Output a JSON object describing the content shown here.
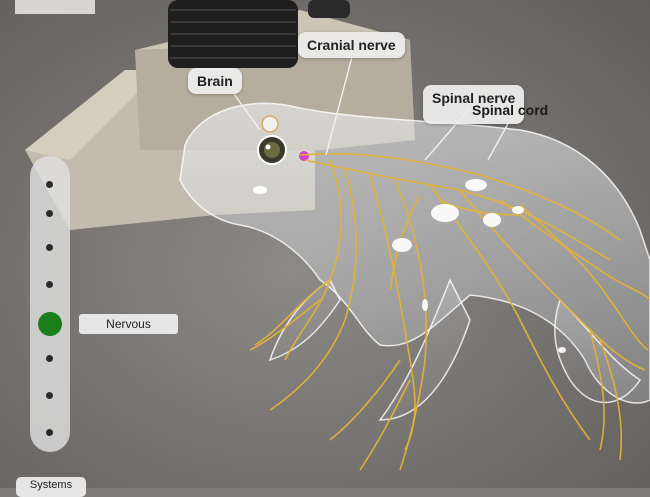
{
  "labels": {
    "cranial_nerve": "Cranial nerve",
    "brain": "Brain",
    "spinal_nerve": "Spinal nerve",
    "spinal_cord": "Spinal cord"
  },
  "system_selector": {
    "selected_label": "Nervous",
    "selected_index": 4,
    "stop_count": 8
  },
  "bottom": {
    "systems_button": "Systems"
  },
  "colors": {
    "nerve": "#e3b236",
    "active_dot": "#1b7e1b"
  }
}
